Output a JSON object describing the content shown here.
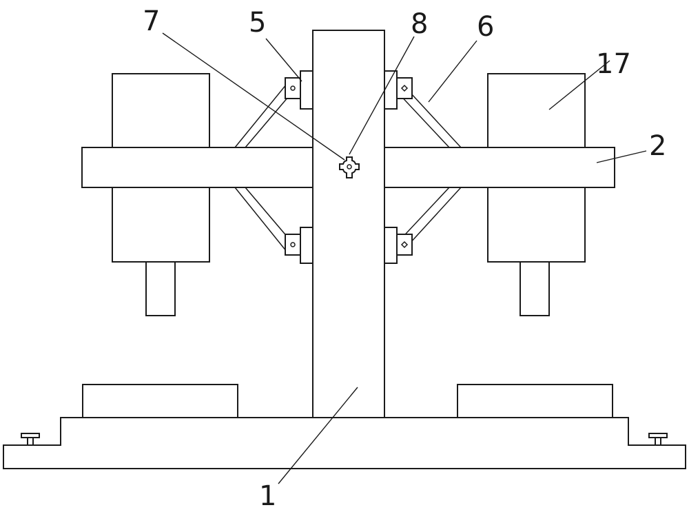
{
  "labels": {
    "l1": "1",
    "l2": "2",
    "l5": "5",
    "l6": "6",
    "l7": "7",
    "l8": "8",
    "l17": "17"
  }
}
